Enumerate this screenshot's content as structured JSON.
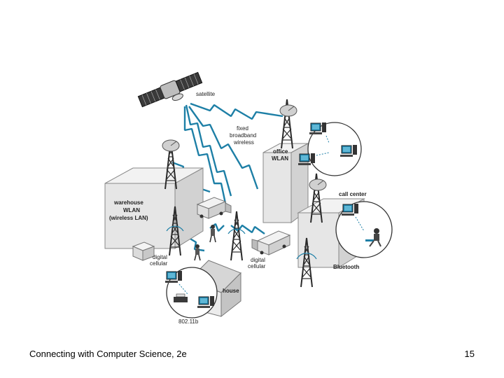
{
  "diagram": {
    "labels": {
      "satellite": "satellite",
      "fixed_broadband_wireless": [
        "fixed",
        "broadband",
        "wireless"
      ],
      "office_wlan": [
        "office",
        "WLAN"
      ],
      "call_center": "call center",
      "warehouse_wlan": [
        "warehouse",
        "WLAN",
        "(wireless LAN)"
      ],
      "digital_cellular_left": [
        "digital",
        "cellular"
      ],
      "digital_cellular_right": [
        "digital",
        "cellular"
      ],
      "bluetooth": "Bluetooth",
      "house": "house",
      "standard_80211b": "802.11b"
    }
  },
  "footer": {
    "course": "Connecting with Computer Science, 2e",
    "page_number": "15"
  },
  "colors": {
    "link": "#1d7fa6",
    "building": "#e6e6e6",
    "tower": "#2b2b2b"
  }
}
